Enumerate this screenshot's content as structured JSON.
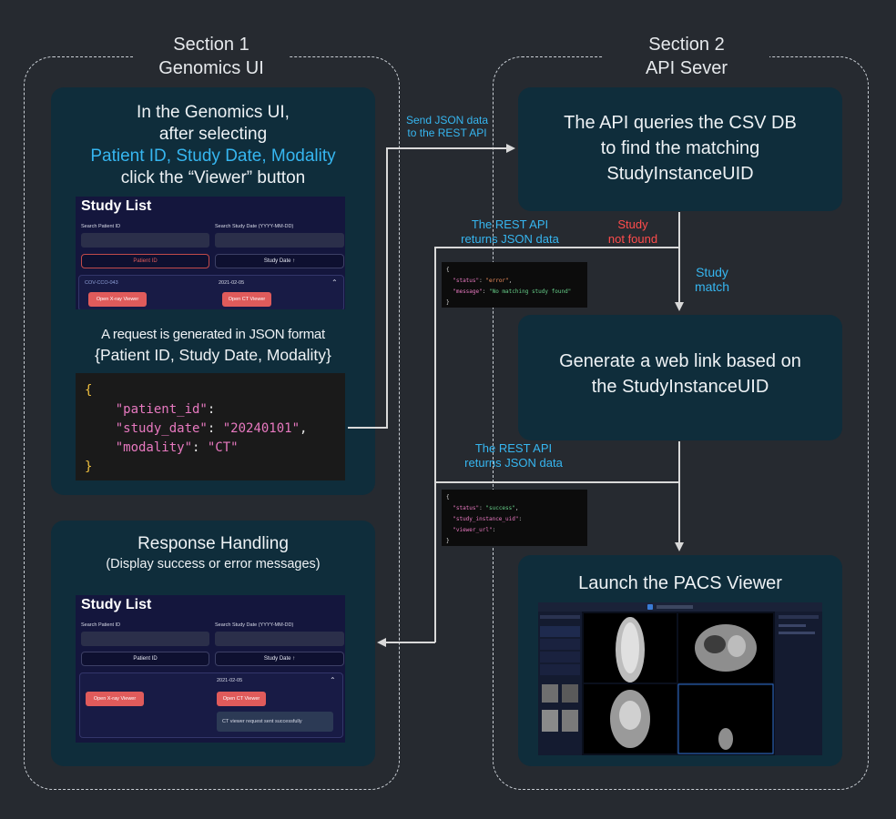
{
  "section1": {
    "line1": "Section 1",
    "line2": "Genomics UI"
  },
  "section2": {
    "line1": "Section 2",
    "line2": "API Sever"
  },
  "box_request": {
    "line1": "In the Genomics UI,",
    "line2": "after selecting",
    "line3": "Patient ID, Study Date, Modality",
    "line4": "click the “Viewer” button",
    "caption1": "A request is generated in JSON format",
    "caption2": "{Patient ID, Study Date, Modality}"
  },
  "study_list_top": {
    "title": "Study List",
    "search_patient_label": "Search Patient ID",
    "search_date_label": "Search Study Date (YYYY-MM-DD)",
    "patient_btn": "Patient ID",
    "date_btn": "Study Date ↑",
    "patient_id": "COV-CCO-043",
    "study_date": "2021-02-05",
    "xray_btn": "Open X-ray Viewer",
    "ct_btn": "Open CT Viewer",
    "chevron": "⌃"
  },
  "request_json": {
    "open": "{",
    "close": "}",
    "k1": "\"patient_id\"",
    "k2": "\"study_date\"",
    "v2": "\"20240101\"",
    "k3": "\"modality\"",
    "v3": "\"CT\""
  },
  "box_response": {
    "title": "Response Handling",
    "subtitle": "(Display success or error messages)"
  },
  "study_list_bottom": {
    "title": "Study List",
    "search_patient_label": "Search Patient ID",
    "search_date_label": "Search Study Date (YYYY-MM-DD)",
    "patient_btn": "Patient ID",
    "date_btn": "Study Date ↑",
    "study_date": "2021-02-05",
    "xray_btn": "Open X-ray Viewer",
    "ct_btn": "Open CT Viewer",
    "success_msg": "CT viewer request sent successfully",
    "chevron": "⌃"
  },
  "box_query": {
    "line1": "The API queries the CSV DB",
    "line2": "to find the matching",
    "line3": "StudyInstanceUID"
  },
  "box_generate": {
    "line1": "Generate a web link based on",
    "line2": "the StudyInstanceUID"
  },
  "box_launch": {
    "title": "Launch the PACS Viewer"
  },
  "flow": {
    "send_json_1": "Send JSON data",
    "send_json_2": "to the REST API",
    "rest_api_1": "The REST API",
    "rest_api_2": "returns JSON data",
    "not_found_1": "Study",
    "not_found_2": "not found",
    "match_1": "Study",
    "match_2": "match",
    "rest_api_b1": "The REST API",
    "rest_api_b2": "returns JSON data"
  },
  "error_json": {
    "open": "{",
    "close": "}",
    "k1": "\"status\"",
    "v1": "\"error\"",
    "k2": "\"message\"",
    "v2": "\"No matching study found\""
  },
  "success_json": {
    "open": "{",
    "close": "}",
    "k1": "\"status\"",
    "v1": "\"success\"",
    "k2": "\"study_instance_uid\"",
    "k3": "\"viewer_url\""
  },
  "colors": {
    "background": "#262a30",
    "box": "#0f2d3b",
    "accent": "#36b6f0",
    "error": "#ff4c4c",
    "arrow": "#d9d9d9"
  }
}
